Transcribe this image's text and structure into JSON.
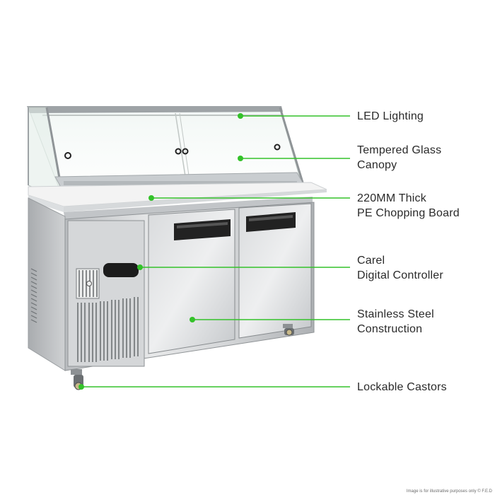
{
  "accent_color": "#34c22a",
  "product": {
    "image_name": "refrigerated-salad-prep-bench-with-glass-canopy"
  },
  "features": [
    {
      "name": "led-lighting",
      "lines": [
        "LED Lighting"
      ]
    },
    {
      "name": "tempered-glass-canopy",
      "lines": [
        "Tempered Glass",
        "Canopy"
      ]
    },
    {
      "name": "chopping-board",
      "lines": [
        "220MM Thick",
        "PE Chopping Board"
      ]
    },
    {
      "name": "digital-controller",
      "lines": [
        "Carel",
        "Digital Controller"
      ]
    },
    {
      "name": "stainless-steel-construction",
      "lines": [
        "Stainless Steel",
        "Construction"
      ]
    },
    {
      "name": "lockable-castors",
      "lines": [
        "Lockable Castors"
      ]
    }
  ],
  "disclaimer": "Image is for illustrative purposes only © F.E.D"
}
